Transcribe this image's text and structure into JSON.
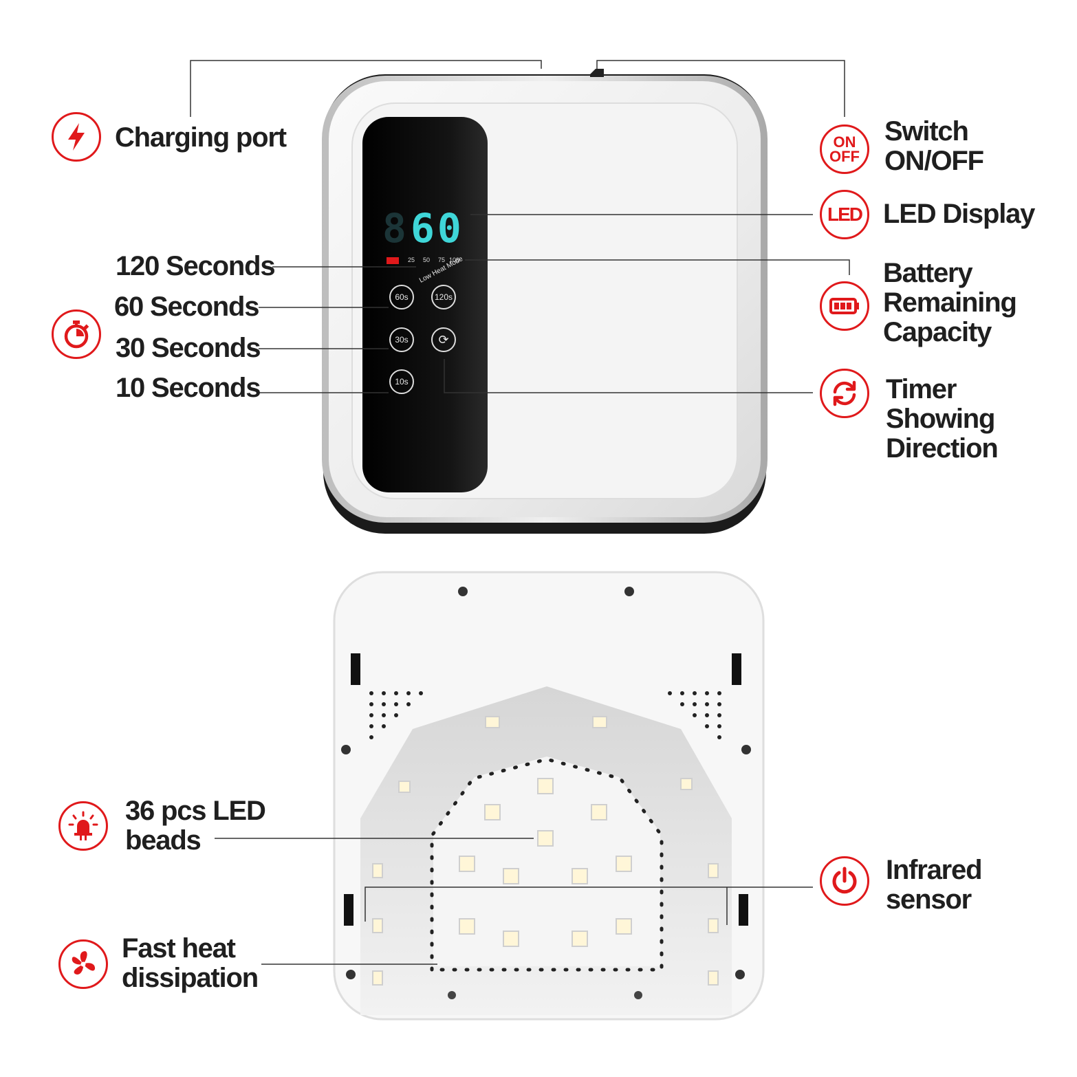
{
  "labels": {
    "charging_port": "Charging port",
    "switch_line1": "Switch",
    "switch_line2": "ON/OFF",
    "led_display": "LED Display",
    "battery_line1": "Battery",
    "battery_line2": "Remaining",
    "battery_line3": "Capacity",
    "timer_line1": "Timer",
    "timer_line2": "Showing",
    "timer_line3": "Direction",
    "sec_120": "120 Seconds",
    "sec_60": "60 Seconds",
    "sec_30": "30 Seconds",
    "sec_10": "10 Seconds",
    "led_beads_line1": "36 pcs LED",
    "led_beads_line2": "beads",
    "sensor_line1": "Infrared",
    "sensor_line2": "sensor",
    "heat_line1": "Fast heat",
    "heat_line2": "dissipation"
  },
  "icons": {
    "onoff_top": "ON",
    "onoff_bottom": "OFF",
    "led": "LED"
  },
  "device": {
    "display_digits": "60",
    "display_ghost": "8",
    "battery_ticks": [
      "25",
      "50",
      "75",
      "100"
    ],
    "low_heat_mode": "Low Heat Mode",
    "btn_60": "60s",
    "btn_120": "120s",
    "btn_30": "30s",
    "btn_10": "10s"
  },
  "colors": {
    "accent_red": "#e0191b",
    "display_teal": "#3fd6d8",
    "panel_black": "#0c0c0c"
  }
}
